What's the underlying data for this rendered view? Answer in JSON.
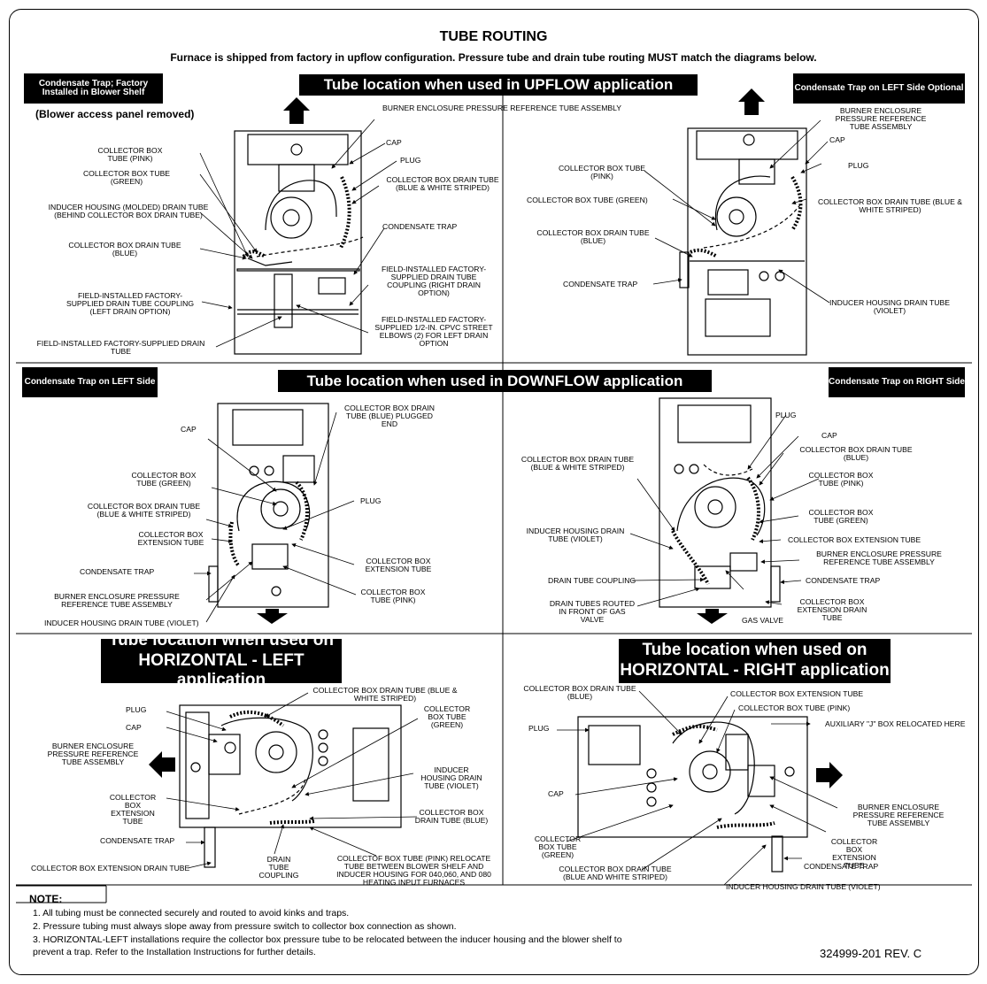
{
  "title": "TUBE ROUTING",
  "subtitle": "Furnace is shipped from factory in upflow configuration. Pressure tube and drain tube routing MUST match the diagrams below.",
  "upflow": {
    "heading": "Tube location when used in UPFLOW application",
    "left_box": "Condensate Trap; Factory Installed in Blower Shelf",
    "right_box": "Condensate Trap on LEFT Side Optional",
    "access_note": "(Blower access panel removed)",
    "left_labels": {
      "burner_ref": "BURNER ENCLOSURE PRESSURE REFERENCE TUBE ASSEMBLY",
      "cap": "CAP",
      "plug": "PLUG",
      "cb_tube_pink": "COLLECTOR BOX TUBE (PINK)",
      "cb_tube_green": "COLLECTOR BOX TUBE (GREEN)",
      "cb_drain_bw": "COLLECTOR BOX DRAIN TUBE (BLUE & WHITE STRIPED)",
      "inducer_molded": "INDUCER HOUSING (MOLDED) DRAIN TUBE (BEHIND COLLECTOR BOX DRAIN TUBE)",
      "cond_trap": "CONDENSATE TRAP",
      "cb_drain_blue": "COLLECTOR BOX DRAIN TUBE (BLUE)",
      "coupling_right": "FIELD-INSTALLED FACTORY-SUPPLIED DRAIN TUBE COUPLING (RIGHT DRAIN OPTION)",
      "coupling_left": "FIELD-INSTALLED FACTORY-SUPPLIED DRAIN TUBE COUPLING (LEFT DRAIN OPTION)",
      "elbows": "FIELD-INSTALLED FACTORY-SUPPLIED 1/2-IN. CPVC STREET ELBOWS (2) FOR LEFT DRAIN OPTION",
      "drain_tube": "FIELD-INSTALLED FACTORY-SUPPLIED DRAIN TUBE"
    },
    "right_labels": {
      "burner_ref": "BURNER ENCLOSURE PRESSURE REFERENCE TUBE ASSEMBLY",
      "cap": "CAP",
      "plug": "PLUG",
      "cb_tube_pink": "COLLECTOR BOX TUBE (PINK)",
      "cb_tube_green": "COLLECTOR BOX TUBE (GREEN)",
      "cb_drain_bw": "COLLECTOR BOX DRAIN TUBE (BLUE & WHITE STRIPED)",
      "cb_drain_blue": "COLLECTOR BOX DRAIN TUBE (BLUE)",
      "cond_trap": "CONDENSATE TRAP",
      "inducer_violet": "INDUCER HOUSING DRAIN TUBE (VIOLET)"
    }
  },
  "downflow": {
    "heading": "Tube location when used in DOWNFLOW application",
    "left_box": "Condensate Trap on LEFT Side",
    "right_box": "Condensate Trap on RIGHT Side",
    "left_labels": {
      "cap": "CAP",
      "cb_drain_plugged": "COLLECTOR BOX DRAIN TUBE (BLUE) PLUGGED END",
      "cb_tube_green": "COLLECTOR BOX TUBE (GREEN)",
      "plug": "PLUG",
      "cb_drain_bw": "COLLECTOR BOX DRAIN TUBE (BLUE & WHITE STRIPED)",
      "cb_ext": "COLLECTOR BOX EXTENSION TUBE",
      "cb_ext2": "COLLECTOR BOX EXTENSION TUBE",
      "cond_trap": "CONDENSATE TRAP",
      "burner_ref": "BURNER ENCLOSURE PRESSURE REFERENCE TUBE ASSEMBLY",
      "cb_tube_pink": "COLLECTOR BOX TUBE (PINK)",
      "inducer_violet": "INDUCER HOUSING DRAIN TUBE (VIOLET)"
    },
    "right_labels": {
      "plug": "PLUG",
      "cap": "CAP",
      "cb_drain_bw": "COLLECTOR BOX DRAIN TUBE (BLUE & WHITE STRIPED)",
      "cb_drain_blue": "COLLECTOR BOX DRAIN TUBE (BLUE)",
      "cb_tube_pink": "COLLECTOR BOX TUBE (PINK)",
      "cb_tube_green": "COLLECTOR BOX TUBE (GREEN)",
      "inducer_violet": "INDUCER HOUSING DRAIN TUBE (VIOLET)",
      "cb_ext": "COLLECTOR BOX EXTENSION TUBE",
      "burner_ref": "BURNER ENCLOSURE PRESSURE REFERENCE TUBE ASSEMBLY",
      "coupling": "DRAIN TUBE COUPLING",
      "cond_trap": "CONDENSATE TRAP",
      "routed": "DRAIN TUBES ROUTED IN FRONT OF GAS VALVE",
      "gas_valve": "GAS VALVE",
      "cb_ext_drain": "COLLECTOR BOX EXTENSION DRAIN TUBE"
    }
  },
  "horiz_left": {
    "heading_line1": "Tube location when used on",
    "heading_line2": "HORIZONTAL - LEFT application",
    "labels": {
      "cb_drain_bw": "COLLECTOR BOX DRAIN TUBE (BLUE & WHITE STRIPED)",
      "plug": "PLUG",
      "cap": "CAP",
      "burner_ref": "BURNER ENCLOSURE PRESSURE REFERENCE TUBE ASSEMBLY",
      "cb_tube_green": "COLLECTOR BOX TUBE (GREEN)",
      "inducer_violet": "INDUCER HOUSING DRAIN TUBE (VIOLET)",
      "cb_ext": "COLLECTOR BOX EXTENSION TUBE",
      "cb_drain_blue": "COLLECTOR BOX DRAIN TUBE (BLUE)",
      "cond_trap": "CONDENSATE TRAP",
      "cb_ext_drain": "COLLECTOR BOX EXTENSION DRAIN TUBE",
      "coupling": "DRAIN TUBE COUPLING",
      "pink_relocate": "COLLECTOF BOX TUBE (PINK) RELOCATE TUBE BETWEEN BLOWER SHELF AND INDUCER HOUSING FOR 040,060, AND 080 HEATING INPUT FURNACES"
    }
  },
  "horiz_right": {
    "heading_line1": "Tube location when used on",
    "heading_line2": "HORIZONTAL - RIGHT application",
    "labels": {
      "cb_drain_blue": "COLLECTOR BOX DRAIN TUBE (BLUE)",
      "cb_ext": "COLLECTOR BOX EXTENSION TUBE",
      "cb_tube_pink": "COLLECTOR BOX TUBE (PINK)",
      "plug": "PLUG",
      "j_box": "AUXILIARY \"J\" BOX RELOCATED HERE",
      "cap": "CAP",
      "burner_ref": "BURNER ENCLOSURE PRESSURE REFERENCE TUBE ASSEMBLY",
      "cb_tube_green": "COLLECTOR BOX TUBE (GREEN)",
      "cb_ext2": "COLLECTOR BOX EXTENSION TUBE",
      "cond_trap": "CONDENSATE TRAP",
      "cb_drain_bw": "COLLECTOR BOX DRAIN TUBE (BLUE AND WHITE STRIPED)",
      "inducer_violet": "INDUCER HOUSING DRAIN TUBE (VIOLET)"
    }
  },
  "note": {
    "title": "NOTE:",
    "items": [
      "1.  All tubing must be connected securely and routed to avoid kinks and traps.",
      "2.  Pressure tubing must always slope away from pressure switch to collector box connection as shown.",
      "3.  HORIZONTAL-LEFT installations require the collector box pressure tube to be relocated between the inducer housing and the blower shelf to",
      "     prevent a trap. Refer to the Installation Instructions for further details."
    ]
  },
  "doc_number": "324999-201  REV. C"
}
